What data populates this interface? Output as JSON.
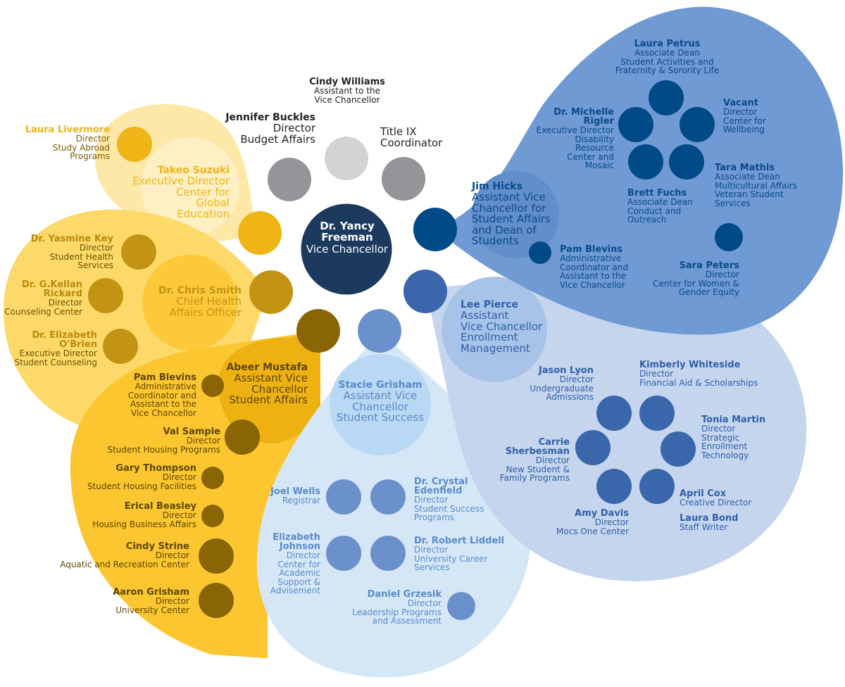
{
  "colors": {
    "navy": "#1b3a5e",
    "gray": "#939598",
    "light_gray": "#d1d3d4",
    "gold_pale": "#fde8a8",
    "gold_light": "#fcd968",
    "gold": "#fbc62f",
    "gold_dark": "#edb112",
    "gold_node": "#efb415",
    "olive_node": "#c39414",
    "brown_node": "#8a6506",
    "blue_big": "#6f9ad3",
    "blue_pale": "#c5d5ee",
    "blue_lightest": "#d5e7f7",
    "blue_dark_node": "#004a87",
    "blue_mid_node": "#3a66ab",
    "blue_soft_node": "#6a91cb",
    "blue_text_dark": "#0a4a8c",
    "blue_text_mid": "#2f5fa8",
    "blue_text_soft": "#5b8ac9"
  },
  "center": {
    "name": "Dr. Yancy Freeman",
    "title": "Vice Chancellor"
  },
  "top": {
    "cindy_williams": {
      "name": "Cindy Williams",
      "title": [
        "Assistant to the",
        "Vice Chancellor"
      ]
    },
    "jennifer_buckles": {
      "name": "Jennifer Buckles",
      "title": [
        "Director",
        "Budget Affairs"
      ]
    },
    "title_ix": {
      "title": [
        "Title IX",
        "Coordinator"
      ]
    }
  },
  "global": {
    "lead": {
      "name": "Takeo Suzuki",
      "title": [
        "Executive Director",
        "Center for",
        "Global",
        "Education"
      ]
    },
    "laura_livermore": {
      "name": "Laura Livermore",
      "title": [
        "Director",
        "Study Abroad",
        "Programs"
      ]
    }
  },
  "health": {
    "lead": {
      "name": "Dr. Chris Smith",
      "title": [
        "Chief Health",
        "Affairs Officer"
      ]
    },
    "yasmine_key": {
      "name": "Dr. Yasmine Key",
      "title": [
        "Director",
        "Student Health",
        "Services"
      ]
    },
    "kellan_rickard": {
      "name": [
        "Dr. G.Kellan",
        "Rickard"
      ],
      "title": [
        "Director",
        "Counseling Center"
      ]
    },
    "elizabeth_obrien": {
      "name": [
        "Dr. Elizabeth",
        "O'Brien"
      ],
      "title": [
        "Executive Director",
        "Student Counseling"
      ]
    }
  },
  "student_affairs": {
    "lead": {
      "name": "Abeer Mustafa",
      "title": [
        "Assistant Vice",
        "Chancellor",
        "Student Affairs"
      ]
    },
    "pam_blevins": {
      "name": "Pam Blevins",
      "title": [
        "Administrative",
        "Coordinator and",
        "Assistant to the",
        "Vice Chancellor"
      ]
    },
    "val_sample": {
      "name": "Val Sample",
      "title": [
        "Director",
        "Student Housing Programs"
      ]
    },
    "gary_thompson": {
      "name": "Gary Thompson",
      "title": [
        "Director",
        "Student Housing Facilities"
      ]
    },
    "erical_beasley": {
      "name": "Erical Beasley",
      "title": [
        "Director",
        "Housing Business Affairs"
      ]
    },
    "cindy_strine": {
      "name": "Cindy Strine",
      "title": [
        "Director",
        "Aquatic and Recreation Center"
      ]
    },
    "aaron_grisham": {
      "name": "Aaron Grisham",
      "title": [
        "Director",
        "University Center"
      ]
    }
  },
  "student_success": {
    "lead": {
      "name": "Stacie Grisham",
      "title": [
        "Assistant Vice",
        "Chancellor",
        "Student Success"
      ]
    },
    "joel_wells": {
      "name": "Joel Wells",
      "title": [
        "Registrar"
      ]
    },
    "crystal_edenfield": {
      "name": [
        "Dr. Crystal",
        "Edenfield"
      ],
      "title": [
        "Director",
        "Student Success",
        "Programs"
      ]
    },
    "elizabeth_johnson": {
      "name": [
        "Elizabeth",
        "Johnson"
      ],
      "title": [
        "Director",
        "Center for",
        "Academic",
        "Support &",
        "Advisement"
      ]
    },
    "robert_liddell": {
      "name": "Dr. Robert Liddell",
      "title": [
        "Director",
        "University Career",
        "Services"
      ]
    },
    "daniel_grzesik": {
      "name": "Daniel Grzesik",
      "title": [
        "Director",
        "Leadership Programs",
        "and Assessment"
      ]
    }
  },
  "dean_of_students": {
    "lead": {
      "name": "Jim Hicks",
      "title": [
        "Assistant Vice",
        "Chancellor for",
        "Student Affairs",
        "and Dean of",
        "Students"
      ]
    },
    "pam_blevins": {
      "name": "Pam Blevins",
      "title": [
        "Administrative",
        "Coordinator and",
        "Assistant to the",
        "Vice Chancellor"
      ]
    },
    "laura_petrus": {
      "name": "Laura Petrus",
      "title": [
        "Associate Dean",
        "Student Activities and",
        "Fraternity & Sorority Life"
      ]
    },
    "michelle_rigler": {
      "name": [
        "Dr. Michelle",
        "Rigler"
      ],
      "title": [
        "Executive Director",
        "Disability",
        "Resource",
        "Center and",
        "Mosaic"
      ]
    },
    "vacant": {
      "name": "Vacant",
      "title": [
        "Director",
        "Center for",
        "Wellbeing"
      ]
    },
    "tara_mathis": {
      "name": "Tara Mathis",
      "title": [
        "Associate Dean",
        "Multicultural Affairs",
        "Veteran Student",
        "Services"
      ]
    },
    "brett_fuchs": {
      "name": "Brett Fuchs",
      "title": [
        "Associate Dean",
        "Conduct and",
        "Outreach"
      ]
    },
    "sara_peters": {
      "name": "Sara Peters",
      "title": [
        "Director",
        "Center for Women &",
        "Gender Equity"
      ]
    }
  },
  "enrollment": {
    "lead": {
      "name": "Lee Pierce",
      "title": [
        "Assistant",
        "Vice Chancellor",
        "Enrollment",
        "Management"
      ]
    },
    "jason_lyon": {
      "name": "Jason Lyon",
      "title": [
        "Director",
        "Undergraduate",
        "Admissions"
      ]
    },
    "kimberly_whiteside": {
      "name": "Kimberly Whiteside",
      "title": [
        "Director",
        "Financial Aid & Scholarships"
      ]
    },
    "tonia_martin": {
      "name": "Tonia Martin",
      "title": [
        "Director",
        "Strategic",
        "Enrollment",
        "Technology"
      ]
    },
    "carrie_sherbesman": {
      "name": [
        "Carrie",
        "Sherbesman"
      ],
      "title": [
        "Director",
        "New Student &",
        "Family Programs"
      ]
    },
    "april_cox": {
      "name": "April Cox",
      "title": [
        "Creative Director"
      ]
    },
    "laura_bond": {
      "name": "Laura Bond",
      "title": [
        "Staff Writer"
      ]
    },
    "amy_davis": {
      "name": "Amy Davis",
      "title": [
        "Director",
        "Mocs One Center"
      ]
    }
  }
}
